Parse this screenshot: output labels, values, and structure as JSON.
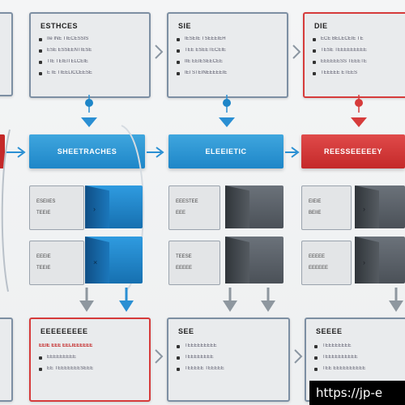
{
  "top_cards": [
    {
      "title": "ESTHCES",
      "lines": [
        "IIe INE TIECESSIS",
        "ESE ESSEENTIESE",
        "TIE TEIEITELCEIE",
        "E IE TIEELICCEESE"
      ]
    },
    {
      "title": "SIE",
      "lines": [
        "IESEIE TSEEEIEH",
        "TEE ESEETECEIE",
        "IIE EEIESEECEE",
        "IEI STEINEEEEEIE"
      ]
    },
    {
      "title": "DIE",
      "lines": [
        "ECE BELECEIE TE",
        "TESE TEEEEEEEEE",
        "EEEEEESS TEEETE",
        "TEEEEE ETEES"
      ]
    }
  ],
  "headers": [
    "SHEETRACHES",
    "ELEEIETIC",
    "REESSEEEEEY"
  ],
  "mid_boxes": [
    {
      "top": "ESEIIES",
      "bottom": "TEEIE"
    },
    {
      "top": "EEEIE",
      "bottom": "TEEIE"
    },
    {
      "top": "EEESTEE",
      "bottom": "EEE"
    },
    {
      "top": "TEESE",
      "bottom": "EEEEE"
    },
    {
      "top": "EIEIE",
      "bottom": "BEIIE"
    },
    {
      "top": "EEEEE",
      "bottom": "EEEEEE"
    }
  ],
  "bottom_cards": [
    {
      "title": "EEEEEEEEE",
      "lines": [
        "EEIE EEE EELIEEEEEE",
        "EEEEEEEEE",
        "EE TEEEEEEESEEE"
      ]
    },
    {
      "title": "SEE",
      "lines": [
        "TEEEEEEEEE",
        "TEEEEEEEE",
        "TEEEEE TEEEEE"
      ]
    },
    {
      "title": "SEEEE",
      "lines": [
        "TEEEEEEEE",
        "TEEEEEEEEEE",
        "TEE EEEEEEEEEE"
      ]
    }
  ],
  "watermark": "https://jp-e",
  "colors": {
    "blue": "#1e86c8",
    "red": "#d63b3b",
    "grey": "#5a6168"
  }
}
